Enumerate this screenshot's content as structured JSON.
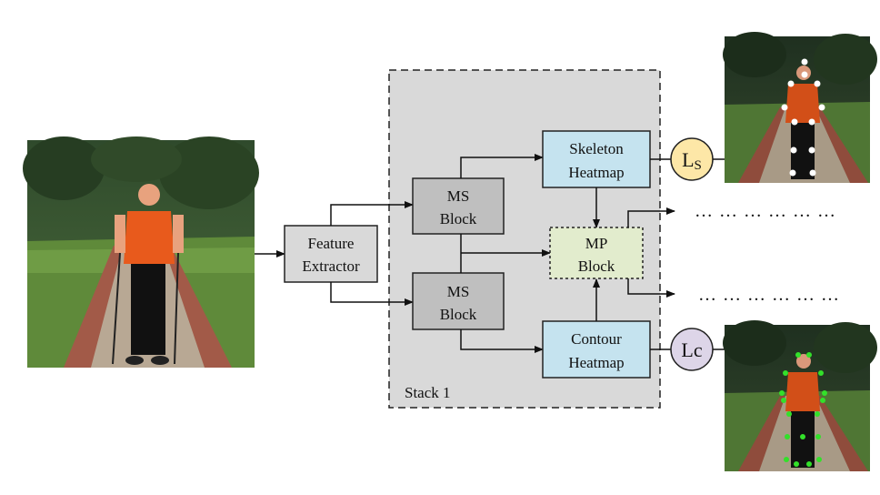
{
  "diagram": {
    "feature_extractor": {
      "line1": "Feature",
      "line2": "Extractor"
    },
    "ms_block_top": {
      "line1": "MS",
      "line2": "Block"
    },
    "ms_block_bottom": {
      "line1": "MS",
      "line2": "Block"
    },
    "skeleton_heatmap": {
      "line1": "Skeleton",
      "line2": "Heatmap"
    },
    "contour_heatmap": {
      "line1": "Contour",
      "line2": "Heatmap"
    },
    "mp_block": {
      "line1": "MP",
      "line2": "Block"
    },
    "stack_label": "Stack 1",
    "loss_skeleton": {
      "main": "L",
      "sub": "S"
    },
    "loss_contour": {
      "main": "Lc"
    },
    "continuation_dots": "… … … … … …"
  },
  "colors": {
    "stack_fill": "#d9d9d9",
    "feature_extractor_fill": "#d9d9d9",
    "ms_block_fill": "#bfbfbf",
    "heatmap_fill": "#c5e3ef",
    "mp_block_fill": "#e2eccd",
    "loss_skeleton_fill": "#fde7a7",
    "loss_contour_fill": "#ddd5e8"
  },
  "images": {
    "input": "person-photo",
    "skeleton_output": "skeleton-keypoints-photo",
    "contour_output": "contour-keypoints-photo"
  }
}
